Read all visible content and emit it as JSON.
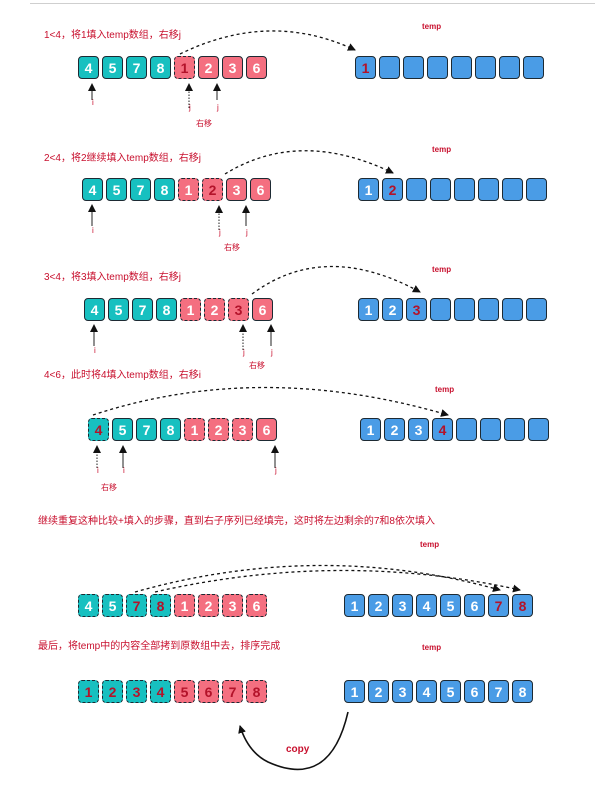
{
  "captions": [
    "1<4，将1填入temp数组，右移j",
    "2<4，将2继续填入temp数组，右移j",
    "3<4，将3填入temp数组，右移j",
    "4<6，此时将4填入temp数组，右移i",
    "继续重复这种比较+填入的步骤，直到右子序列已经填完，这时将左边剩余的7和8依次填入",
    "最后，将temp中的内容全部拷到原数组中去，排序完成"
  ],
  "temp_label": "temp",
  "pointer_i": "i",
  "pointer_j": "j",
  "move_label": "右移",
  "copy_label": "copy",
  "colors": {
    "left": "#17c0c0",
    "right": "#f46f80",
    "temp": "#4a9ce6",
    "highlight": "#b3132a"
  },
  "steps": [
    {
      "array": [
        "4",
        "5",
        "7",
        "8",
        "1",
        "2",
        "3",
        "6"
      ],
      "temp": [
        "1",
        "",
        "",
        "",
        "",
        "",
        "",
        ""
      ]
    },
    {
      "array": [
        "4",
        "5",
        "7",
        "8",
        "1",
        "2",
        "3",
        "6"
      ],
      "temp": [
        "1",
        "2",
        "",
        "",
        "",
        "",
        "",
        ""
      ]
    },
    {
      "array": [
        "4",
        "5",
        "7",
        "8",
        "1",
        "2",
        "3",
        "6"
      ],
      "temp": [
        "1",
        "2",
        "3",
        "",
        "",
        "",
        "",
        ""
      ]
    },
    {
      "array": [
        "4",
        "5",
        "7",
        "8",
        "1",
        "2",
        "3",
        "6"
      ],
      "temp": [
        "1",
        "2",
        "3",
        "4",
        "",
        "",
        "",
        ""
      ]
    },
    {
      "array": [
        "4",
        "5",
        "7",
        "8",
        "1",
        "2",
        "3",
        "6"
      ],
      "temp": [
        "1",
        "2",
        "3",
        "4",
        "5",
        "6",
        "7",
        "8"
      ]
    },
    {
      "array": [
        "1",
        "2",
        "3",
        "4",
        "5",
        "6",
        "7",
        "8"
      ],
      "temp": [
        "1",
        "2",
        "3",
        "4",
        "5",
        "6",
        "7",
        "8"
      ]
    }
  ]
}
